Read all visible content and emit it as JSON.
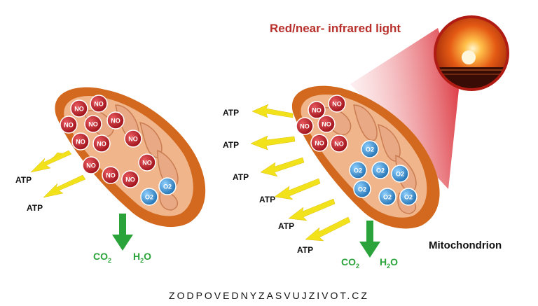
{
  "title": "Red/near- infrared light",
  "caption": "Mitochondrion",
  "footer": "ZODPOVEDNYZASVUJZIVOT.CZ",
  "left_cell": {
    "atp_labels": [
      "ATP",
      "ATP"
    ],
    "no_label": "NO",
    "o2_label": "O2",
    "co2": {
      "base": "CO",
      "sub": "2"
    },
    "h2o": {
      "pre": "H",
      "sub": "2",
      "post": "O"
    }
  },
  "right_cell": {
    "atp_labels": [
      "ATP",
      "ATP",
      "ATP",
      "ATP",
      "ATP",
      "ATP"
    ],
    "no_label": "NO",
    "o2_label": "O2",
    "co2": {
      "base": "CO",
      "sub": "2"
    },
    "h2o": {
      "pre": "H",
      "sub": "2",
      "post": "O"
    }
  },
  "colors": {
    "membrane_outer": "#d2691e",
    "membrane_inner": "#f0b58a",
    "cristae": "#e8a884",
    "no_molecule": "#c8202a",
    "o2_molecule": "#3a9ad9",
    "arrow_yellow": "#f2e21b",
    "arrow_green": "#2aa33a",
    "light_beam": "#d8202a",
    "title_red": "#b8302b"
  }
}
